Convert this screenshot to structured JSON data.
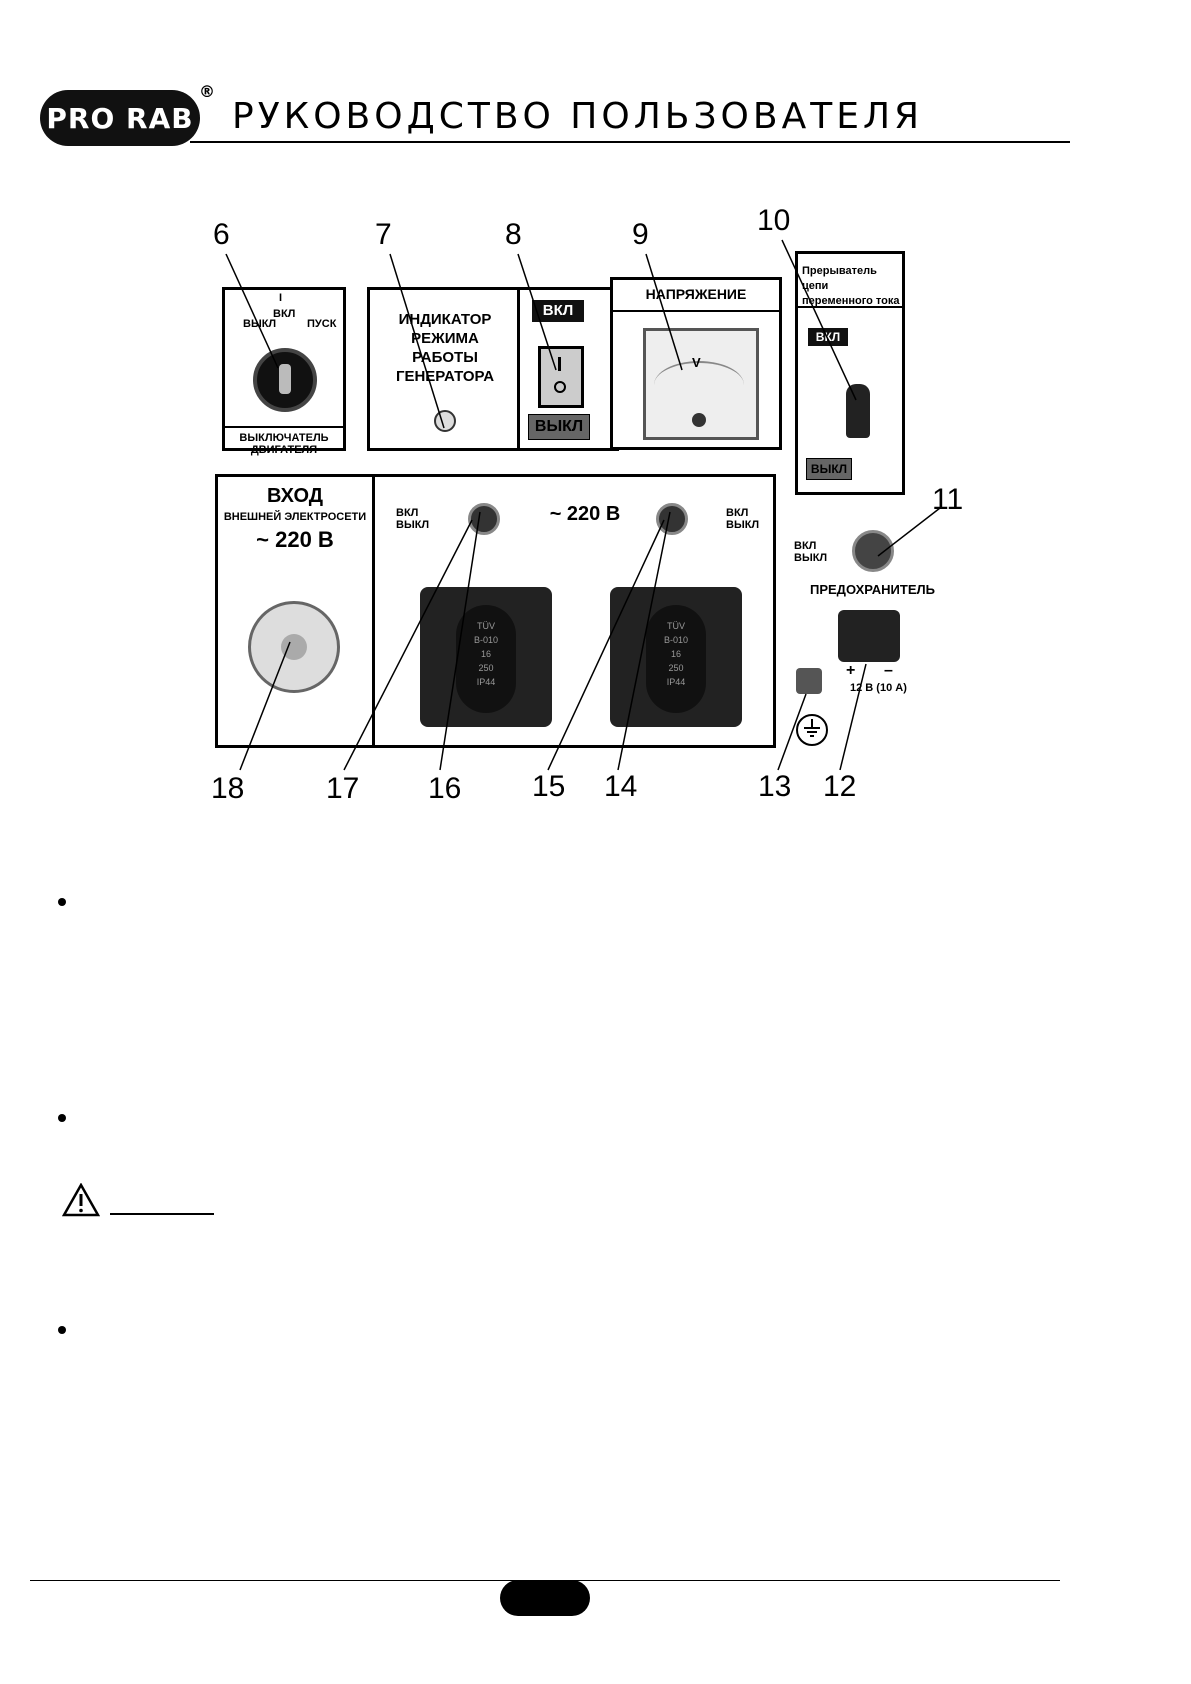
{
  "header": {
    "logo_text": "PRO RAB",
    "logo_reg": "®",
    "title": "РУКОВОДСТВО ПОЛЬЗОВАТЕЛЯ"
  },
  "figure": {
    "callouts": [
      "6",
      "7",
      "8",
      "9",
      "10",
      "11",
      "12",
      "13",
      "14",
      "15",
      "16",
      "17",
      "18"
    ],
    "engine_switch": {
      "off": "ВЫКЛ",
      "on_mark": "I",
      "on": "ВКЛ",
      "start": "ПУСК",
      "caption": "ВЫКЛЮЧАТЕЛЬ ДВИГАТЕЛЯ"
    },
    "indicator": {
      "line1": "ИНДИКАТОР",
      "line2": "РЕЖИМА",
      "line3": "РАБОТЫ",
      "line4": "ГЕНЕРАТОРА"
    },
    "rocker": {
      "on": "ВКЛ",
      "off": "ВЫКЛ"
    },
    "voltmeter": {
      "caption": "НАПРЯЖЕНИЕ",
      "unit": "V"
    },
    "breaker": {
      "caption_line1": "Прерыватель цепи",
      "caption_line2": "переменного тока",
      "on": "ВКЛ",
      "off": "ВЫКЛ"
    },
    "external_input": {
      "title": "ВХОД",
      "subtitle": "ВНЕШНЕЙ ЭЛЕКТРОСЕТИ",
      "voltage": "~ 220 В"
    },
    "outlets": {
      "voltage": "~ 220 В",
      "legend_on": "ВКЛ",
      "legend_off": "ВЫКЛ",
      "socket_markings": [
        "TÜV",
        "B-010",
        "16",
        "250",
        "IP44"
      ]
    },
    "dc": {
      "legend_on": "ВКЛ",
      "legend_off": "ВЫКЛ",
      "fuse_label": "ПРЕДОХРАНИТЕЛЬ",
      "plus": "+",
      "minus": "–",
      "rating": "12 В (10 А)"
    }
  },
  "colors": {
    "ink": "#000000",
    "paper": "#ffffff",
    "panel_grey": "#666666"
  }
}
